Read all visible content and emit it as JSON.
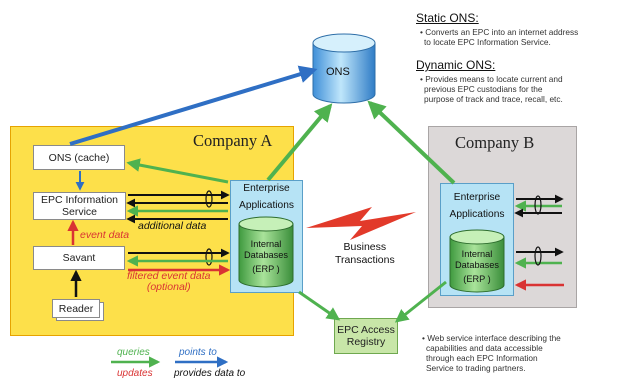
{
  "static_ons": {
    "title": "Static ONS:",
    "text_lines": [
      "• Converts an EPC into an internet address",
      "to locate EPC Information Service."
    ]
  },
  "dynamic_ons": {
    "title": "Dynamic ONS:",
    "text_lines": [
      "• Provides means to locate current and",
      "previous EPC custodians for the",
      "purpose of track and trace, recall, etc."
    ]
  },
  "ons": {
    "label": "ONS"
  },
  "company_a": {
    "title": "Company A",
    "ons_cache": "ONS (cache)",
    "epc_is_lines": [
      "EPC Information",
      "Service"
    ],
    "savant": "Savant",
    "reader": "Reader",
    "enterprise_lines": [
      "Enterprise",
      "Applications"
    ],
    "db_lines": [
      "Internal",
      "Databases",
      "(ERP )"
    ],
    "additional_data": "additional data",
    "event_data": "event data",
    "filtered_lines": [
      "filtered event data",
      "(optional)"
    ]
  },
  "company_b": {
    "title": "Company B",
    "enterprise_lines": [
      "Enterprise",
      "Applications"
    ],
    "db_lines": [
      "Internal",
      "Databases",
      "(ERP )"
    ]
  },
  "business_lines": [
    "Business",
    "Transactions"
  ],
  "epc_access_lines": [
    "EPC Access",
    "Registry"
  ],
  "web_service_lines": [
    "• Web service interface describing the",
    "capabilities and data accessible",
    "through each EPC Information",
    "Service to trading partners."
  ],
  "legend": {
    "queries": "queries",
    "points_to": "points to",
    "updates": "updates",
    "provides_data_to": "provides data to"
  },
  "colors": {
    "company_a_fill": "#fde04a",
    "company_a_border": "#e6a300",
    "company_b_fill": "#dcd8d8",
    "queries_green": "#4fb24f",
    "points_blue": "#2f6fc4",
    "updates_red": "#d93333",
    "provides_black": "#111111"
  }
}
